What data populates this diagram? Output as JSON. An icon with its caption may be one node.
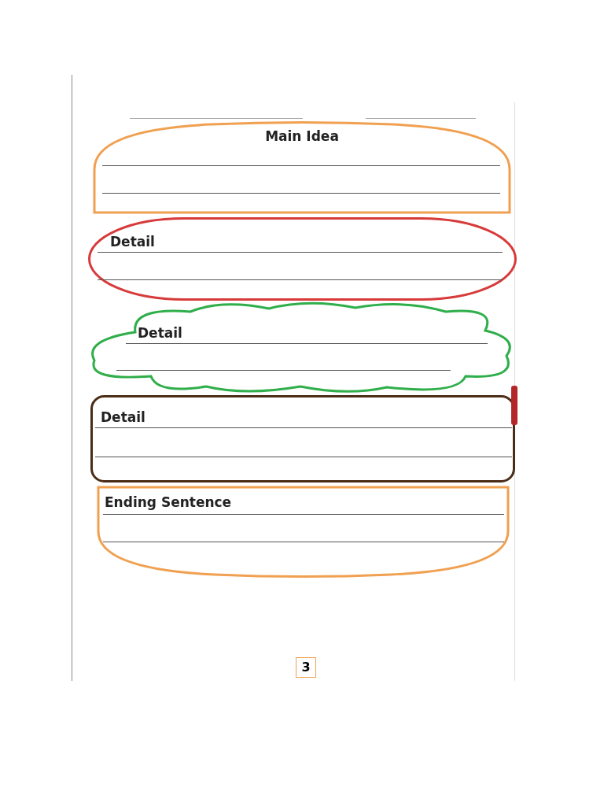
{
  "diagram": {
    "nodes": [
      {
        "text": [
          "Main Idea"
        ]
      },
      {
        "text": [
          "Detail"
        ]
      },
      {
        "text": [
          "Detail"
        ]
      },
      {
        "text": [
          "Detail"
        ]
      },
      {
        "text": [
          "Ending Sentence"
        ]
      }
    ],
    "labels": [
      "3"
    ]
  }
}
